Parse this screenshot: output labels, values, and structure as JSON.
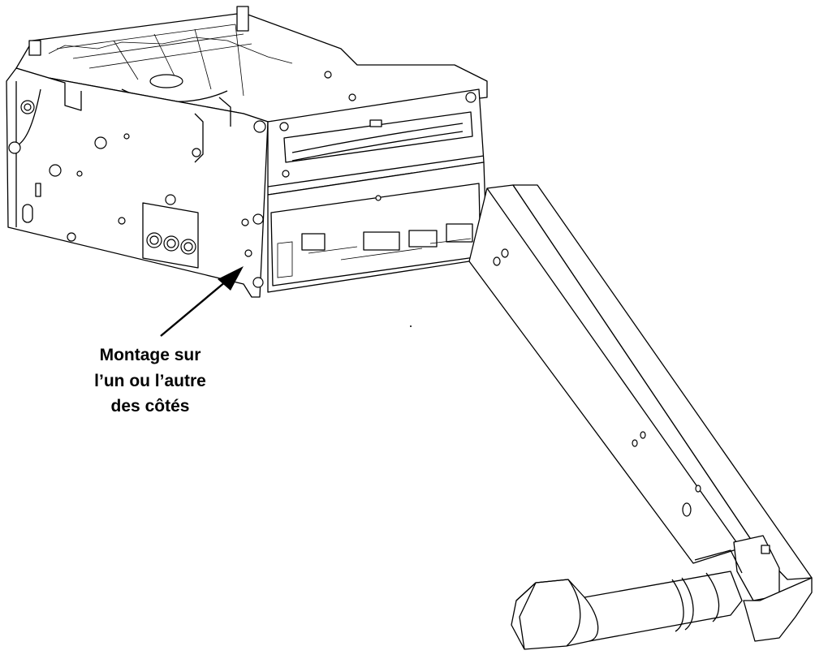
{
  "callout": {
    "line1": "Montage sur",
    "line2": "l’un ou l’autre",
    "line3": "des côtés"
  }
}
